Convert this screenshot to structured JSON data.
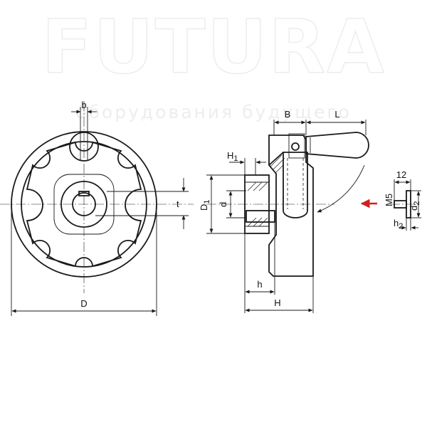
{
  "watermark": {
    "brand": "FUTURA",
    "tagline": "оборудования будущего"
  },
  "labels": {
    "b": "b",
    "t": "t",
    "D": "D",
    "B": "B",
    "L": "L",
    "H1_main": "H",
    "H1_sub": "1",
    "D1_main": "D",
    "D1_sub": "1",
    "d": "d",
    "h": "h",
    "H": "H",
    "twelve": "12",
    "M5": "M5",
    "d2_main": "d",
    "d2_sub": "2",
    "h2_main": "h",
    "h2_sub": "2"
  },
  "colors": {
    "line": "#1a1a1a",
    "arrow": "#d42020",
    "watermark": "#ececec"
  }
}
